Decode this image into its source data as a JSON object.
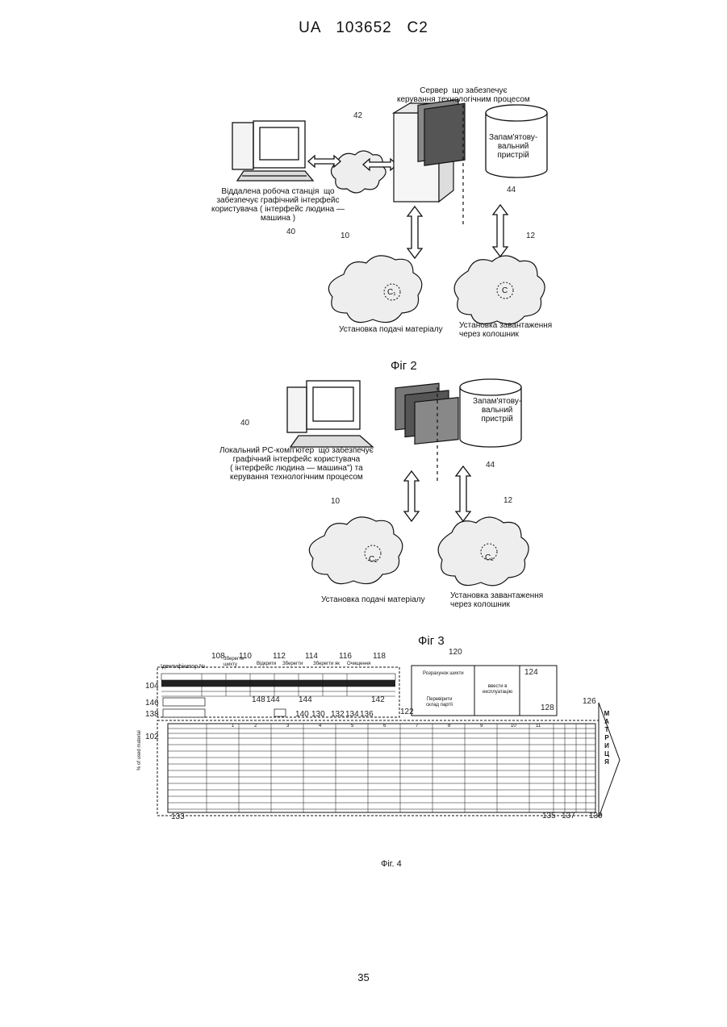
{
  "header": {
    "patent_id": "UA   103652   C2"
  },
  "fig2": {
    "caption": "Фіг 2",
    "server_label": "Сервер  що забезпечує\nкерування технологічним процесом",
    "storage_label": "Запам'ятову-\nвальний\nпристрій",
    "workstation_label": "Віддалена робоча станція  що\nзабезпечує графічний інтерфейс\nкористувача ( інтерфейс людина —\nмашина )",
    "unit_left": "Установка подачі матеріалу",
    "unit_right": "Установка завантаження\nчерез колошник",
    "ref_42": "42",
    "ref_40": "40",
    "ref_44": "44",
    "ref_10": "10",
    "ref_12": "12",
    "cloud_left_code": "C₁",
    "cloud_right_code": "C"
  },
  "fig3": {
    "caption": "Фіг 3",
    "storage_label": "Запам'ятову-\nвальний\nпристрій",
    "pc_label": "Локальний PC-комп'ютер  що забезпечує\nграфічний інтерфейс користувача\n( інтерфейс людина — машина\") та\nкерування технологічним процесом",
    "unit_left": "Установка подачі матеріалу",
    "unit_right": "Установка завантаження\nчерез колошник",
    "ref_40": "40",
    "ref_44": "44",
    "ref_10": "10",
    "ref_12": "12",
    "cloud_left_code": "C₁",
    "cloud_right_code": "C₁"
  },
  "fig4": {
    "caption": "Фіг. 4",
    "id_label": "Ідентифікатор №",
    "button_labels": [
      "Зберегти\nшихту",
      "Відкрити",
      "Зберегти",
      "Зберегти як",
      "Очищення"
    ],
    "calc_label": "Розрахунок шихти",
    "enter_label": "ввести в\nексплуатацію",
    "check_label": "Перевірити\nсклад партії",
    "matrix_label": [
      "М",
      "А",
      "Т",
      "Р",
      "И",
      "Ц",
      "Я"
    ],
    "side_label": "% of used material",
    "col_headers": [
      "1",
      "2",
      "3",
      "4",
      "5",
      "6",
      "7",
      "8",
      "9",
      "10",
      "11"
    ],
    "refs": {
      "r108": "108",
      "r110": "110",
      "r112": "112",
      "r114": "114",
      "r116": "116",
      "r118": "118",
      "r120": "120",
      "r124": "124",
      "r104": "104",
      "r142": "142",
      "r146": "146",
      "r148": "148",
      "r144a": "144",
      "r144b": "144",
      "r138": "138",
      "r140": "140",
      "r130": "130",
      "r132": "132",
      "r134": "134",
      "r136": "136",
      "r122": "122",
      "r128": "128",
      "r126": "126",
      "r102": "102",
      "r133": "133",
      "r135": "135",
      "r137": "137",
      "r139": "139"
    }
  },
  "footer": {
    "page_number": "35"
  }
}
